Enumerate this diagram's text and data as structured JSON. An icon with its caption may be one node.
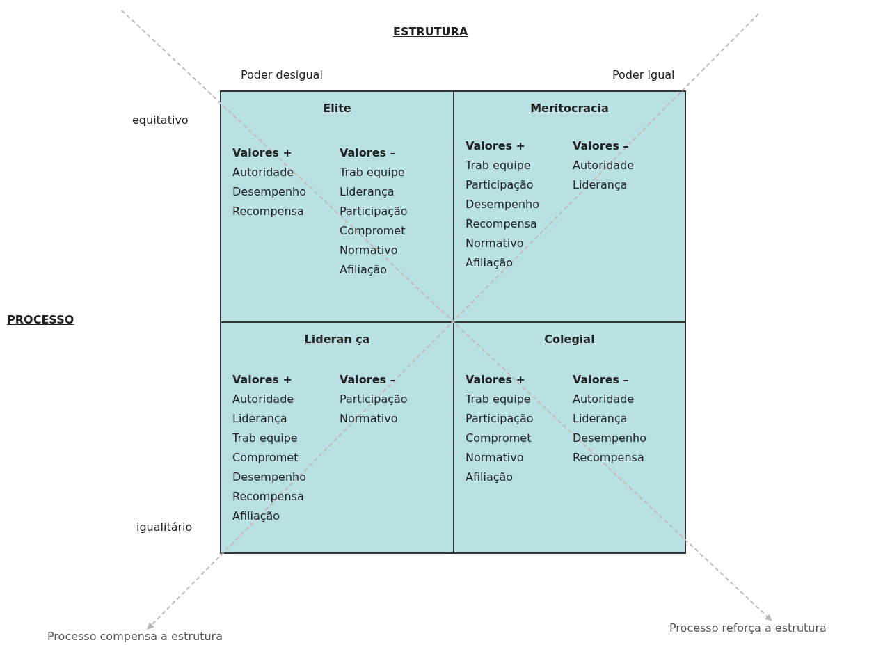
{
  "diagram": {
    "nodes": [
      {
        "text": [
          "Elite",
          "Valores +",
          "Autoridade",
          "Desempenho",
          "Recompensa",
          "Valores –",
          "Trab equipe",
          "Liderança",
          "Participação",
          "Compromet",
          "Normativo",
          "Afiliação"
        ]
      },
      {
        "text": [
          "Meritocracia",
          "Valores +",
          "Trab equipe",
          "Participação",
          "Desempenho",
          "Recompensa",
          "Normativo",
          "Afiliação",
          "Valores –",
          "Autoridade",
          "Liderança"
        ]
      },
      {
        "text": [
          "Lideran ça",
          "Valores +",
          "Autoridade",
          "Liderança",
          "Trab equipe",
          "Compromet",
          "Desempenho",
          "Recompensa",
          "Afiliação",
          "Valores –",
          "Participação",
          "Normativo"
        ]
      },
      {
        "text": [
          "Colegial",
          "Valores +",
          "Trab equipe",
          "Participação",
          "Compromet",
          "Normativo",
          "Afiliação",
          "Valores –",
          "Autoridade",
          "Liderança",
          "Desempenho",
          "Recompensa"
        ]
      },
      {
        "text": [
          "Processo compensa a estrutura"
        ]
      },
      {
        "text": [
          "Processo reforça a estrutura"
        ]
      }
    ],
    "edges": [
      {
        "from": null,
        "to": 4,
        "arrow": "to",
        "style": "dashed"
      },
      {
        "from": null,
        "to": 5,
        "arrow": "to",
        "style": "dashed"
      }
    ],
    "labels": [
      "ESTRUTURA",
      "Poder desigual",
      "Poder igual",
      "equitativo",
      "PROCESSO",
      "igualitário"
    ]
  }
}
